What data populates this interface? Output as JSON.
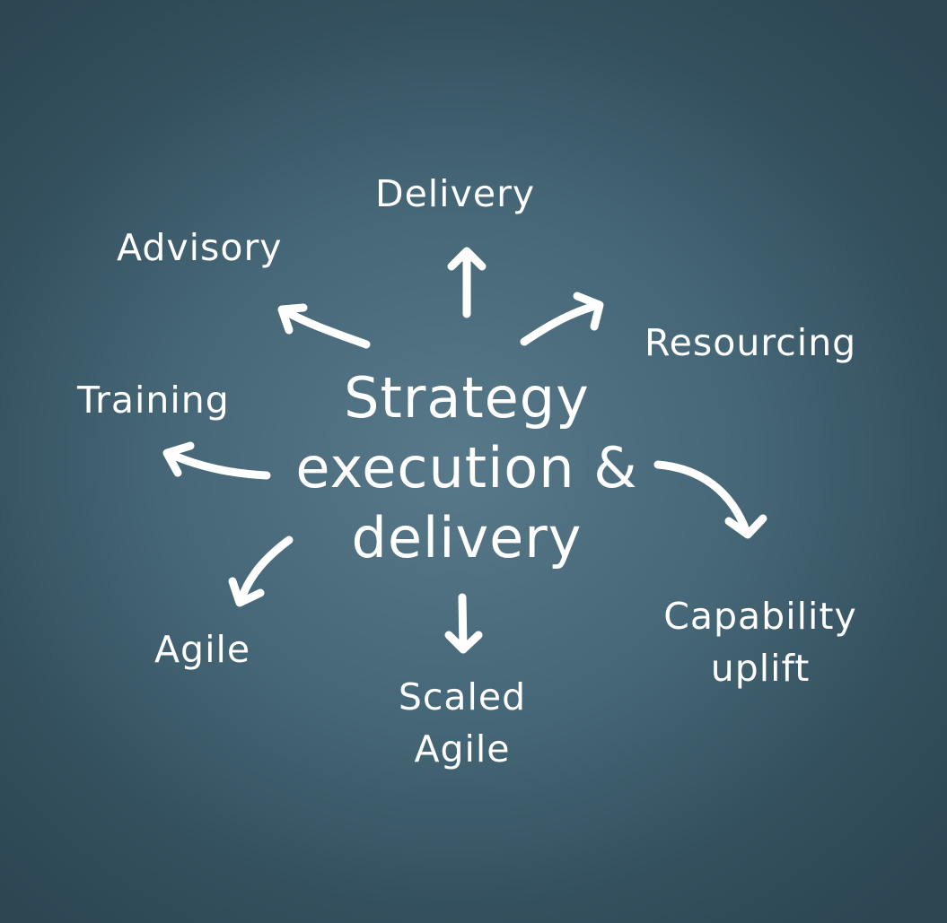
{
  "diagram": {
    "center": {
      "lines": [
        "Strategy",
        "execution &",
        "delivery"
      ]
    },
    "nodes": {
      "delivery": "Delivery",
      "advisory": "Advisory",
      "resourcing": "Resourcing",
      "training": "Training",
      "agile": "Agile",
      "scaled_agile": [
        "Scaled",
        "Agile"
      ],
      "capability_uplift": [
        "Capability",
        "uplift"
      ]
    }
  },
  "colors": {
    "background": "#456676",
    "chalk": "#ffffff"
  }
}
